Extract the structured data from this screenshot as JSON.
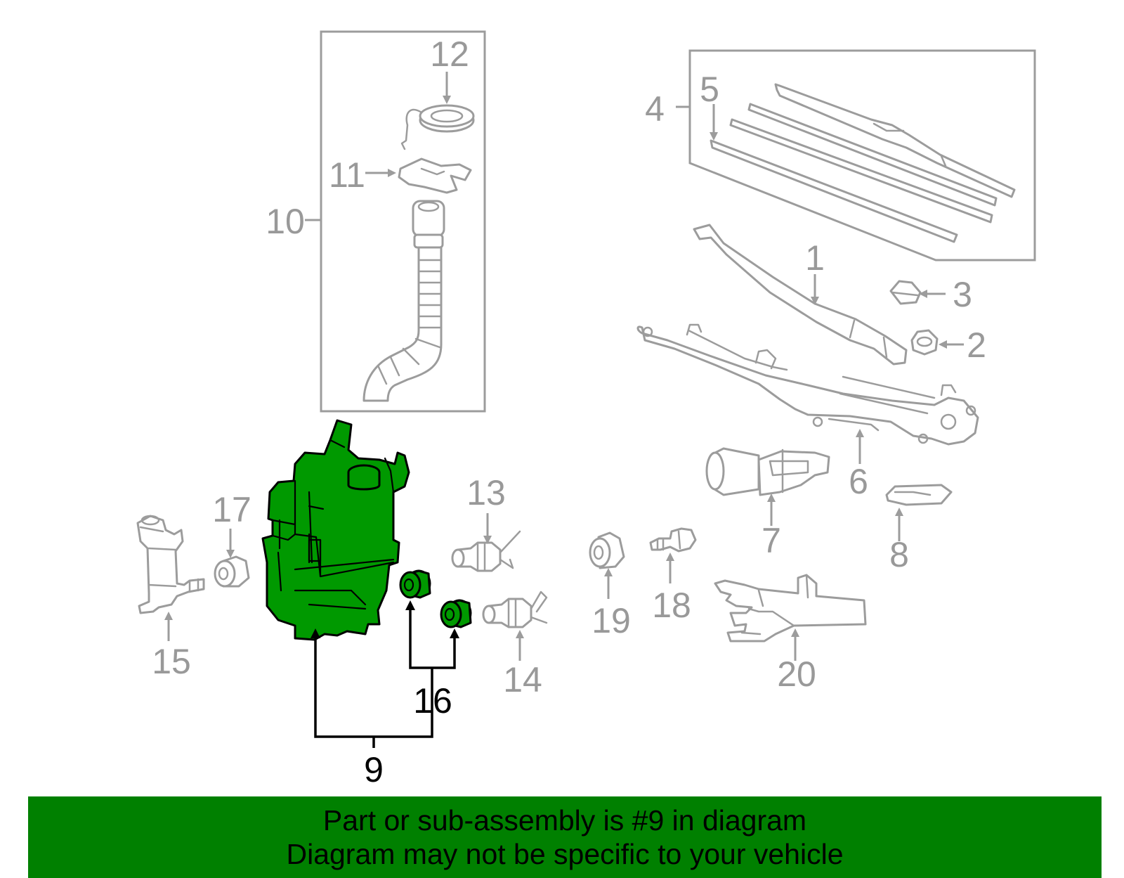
{
  "callouts": {
    "c1": "1",
    "c2": "2",
    "c3": "3",
    "c4": "4",
    "c5": "5",
    "c6": "6",
    "c7": "7",
    "c8": "8",
    "c9": "9",
    "c10": "10",
    "c11": "11",
    "c12": "12",
    "c13": "13",
    "c14": "14",
    "c15": "15",
    "c16": "16",
    "c17": "17",
    "c18": "18",
    "c19": "19",
    "c20": "20"
  },
  "highlighted_part": "9",
  "colors": {
    "highlight_fill": "#009900",
    "banner_background": "#008000",
    "callout_gray": "#999999",
    "callout_highlight": "#000000"
  },
  "banner": {
    "line1": "Part or sub-assembly is #9 in diagram",
    "line2": "Diagram may not be specific to your vehicle"
  }
}
